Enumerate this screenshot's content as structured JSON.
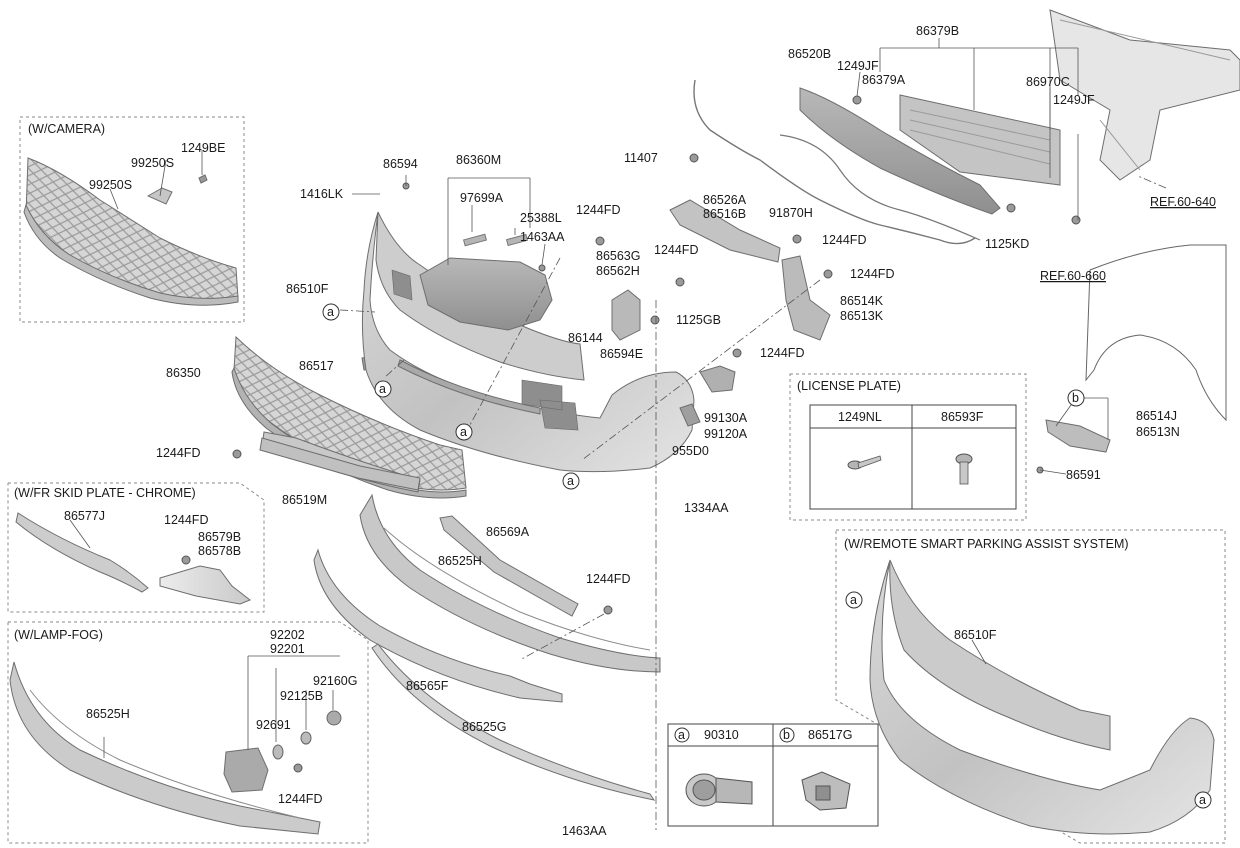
{
  "frames": {
    "camera": "(W/CAMERA)",
    "skid": "(W/FR SKID PLATE - CHROME)",
    "fog": "(W/LAMP-FOG)",
    "license": "(LICENSE PLATE)",
    "rspa": "(W/REMOTE SMART PARKING ASSIST SYSTEM)"
  },
  "labels": {
    "p86379B": "86379B",
    "p86520B": "86520B",
    "p1249JF_a": "1249JF",
    "p86379A": "86379A",
    "p86970C": "86970C",
    "p1249JF_b": "1249JF",
    "p1249BE": "1249BE",
    "p99250S_a": "99250S",
    "p99250S_b": "99250S",
    "p86594": "86594",
    "p86360M": "86360M",
    "p97699A": "97699A",
    "p25388L": "25388L",
    "p1463AA_a": "1463AA",
    "p1416LK": "1416LK",
    "p11407": "11407",
    "p1244FD_a": "1244FD",
    "p86526A": "86526A",
    "p86516B": "86516B",
    "p91870H": "91870H",
    "p1244FD_b": "1244FD",
    "p1125KD": "1125KD",
    "pREF60640": "REF.60-640",
    "p1244FD_c": "1244FD",
    "p86563G": "86563G",
    "p86562H": "86562H",
    "p1244FD_d": "1244FD",
    "p86510F_a": "86510F",
    "pREF60660": "REF.60-660",
    "p86514K": "86514K",
    "p86513K": "86513K",
    "p1125GB": "1125GB",
    "p86144": "86144",
    "p86594E": "86594E",
    "p1244FD_e": "1244FD",
    "p86350": "86350",
    "p86517": "86517",
    "p99130A": "99130A",
    "p99120A": "99120A",
    "p955D0": "955D0",
    "p1244FD_f": "1244FD",
    "p86519M": "86519M",
    "p86514J": "86514J",
    "p86513N": "86513N",
    "p86591": "86591",
    "p1334AA": "1334AA",
    "p86577J": "86577J",
    "p1244FD_g": "1244FD",
    "p86579B": "86579B",
    "p86578B": "86578B",
    "p86569A": "86569A",
    "p86525H_a": "86525H",
    "p1244FD_h": "1244FD",
    "p92202": "92202",
    "p92201": "92201",
    "p92160G": "92160G",
    "p92125B": "92125B",
    "p92691": "92691",
    "p86525H_b": "86525H",
    "p1244FD_i": "1244FD",
    "p86565F": "86565F",
    "p86525G": "86525G",
    "p1463AA_b": "1463AA",
    "p86510F_b": "86510F"
  },
  "license_plate_table": {
    "col1": "1249NL",
    "col2": "86593F"
  },
  "legend": {
    "a_letter": "a",
    "a_part": "90310",
    "b_letter": "b",
    "b_part": "86517G"
  },
  "callouts": {
    "a": "a",
    "b": "b"
  }
}
